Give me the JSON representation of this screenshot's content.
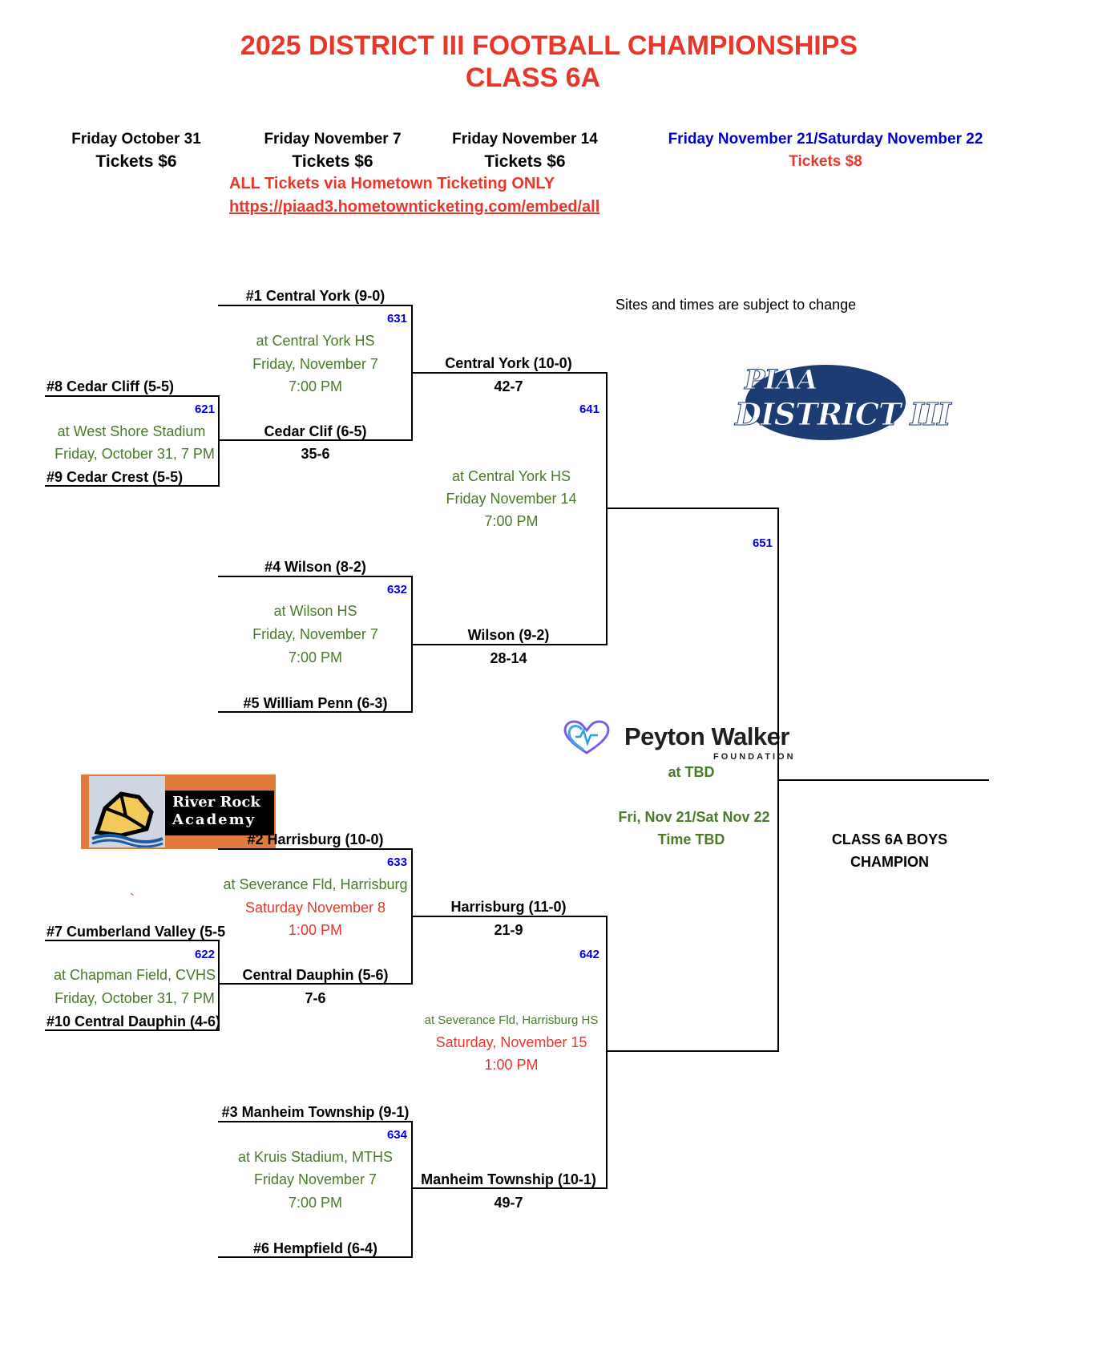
{
  "title": {
    "line1": "2025 DISTRICT III FOOTBALL CHAMPIONSHIPS",
    "line2": "CLASS 6A"
  },
  "rounds": [
    {
      "date": "Friday October 31",
      "tickets": "Tickets $6"
    },
    {
      "date": "Friday November 7",
      "tickets": "Tickets $6"
    },
    {
      "date": "Friday November 14",
      "tickets": "Tickets $6"
    },
    {
      "date": "Friday November 21/Saturday November 22",
      "tickets": "Tickets $8"
    }
  ],
  "ticketing": {
    "note": "ALL Tickets via Hometown Ticketing ONLY",
    "url": "https://piaad3.hometownticketing.com/embed/all"
  },
  "disclaimer": "Sites and times are subject to change",
  "logos": {
    "piaa_line1": "PIAA",
    "piaa_line2": "DISTRICT III",
    "peyton_name": "Peyton Walker",
    "peyton_sub": "FOUNDATION",
    "river_rock_line1": "River Rock",
    "river_rock_line2": "Academy"
  },
  "first_round": [
    {
      "top": "#8 Cedar Cliff (5-5)",
      "game": "621",
      "site": "at West Shore Stadium",
      "date": "Friday, October 31, 7 PM",
      "bottom": "#9 Cedar Crest (5-5)"
    },
    {
      "top": "#7 Cumberland Valley (5-5",
      "game": "622",
      "site": "at Chapman Field, CVHS",
      "date": "Friday, October 31, 7 PM",
      "bottom": "#10 Central Dauphin (4-6)"
    }
  ],
  "quarterfinals": [
    {
      "top": "#1 Central York (9-0)",
      "game": "631",
      "site": "at Central York HS",
      "date": "Friday, November 7",
      "time": "7:00 PM",
      "bottom": "Cedar Clif (6-5)",
      "score": "35-6"
    },
    {
      "top": "#4 Wilson (8-2)",
      "game": "632",
      "site": "at Wilson HS",
      "date": "Friday, November 7",
      "time": "7:00 PM",
      "bottom": "#5 William Penn (6-3)"
    },
    {
      "top": "#2 Harrisburg (10-0)",
      "game": "633",
      "site": "at Severance Fld, Harrisburg",
      "date": "Saturday November 8",
      "time": "1:00 PM",
      "bottom": "Central Dauphin (5-6)",
      "score": "7-6"
    },
    {
      "top": "#3 Manheim Township (9-1)",
      "game": "634",
      "site": "at Kruis Stadium, MTHS",
      "date": "Friday November 7",
      "time": "7:00 PM",
      "bottom": "#6 Hempfield (6-4)"
    }
  ],
  "semifinals": [
    {
      "top": "Central York (10-0)",
      "top_score": "42-7",
      "game": "641",
      "site": "at Central York HS",
      "date": "Friday November 14",
      "time": "7:00 PM",
      "bottom": "Wilson (9-2)",
      "bottom_score": "28-14"
    },
    {
      "top": "Harrisburg (11-0)",
      "top_score": "21-9",
      "game": "642",
      "site": "at Severance Fld, Harrisburg HS",
      "date": "Saturday, November 15",
      "time": "1:00 PM",
      "bottom": "Manheim Township (10-1)",
      "bottom_score": "49-7"
    }
  ],
  "final": {
    "game": "651",
    "site": "at TBD",
    "date": "Fri, Nov 21/Sat Nov 22",
    "time": "Time TBD",
    "champion_line1": "CLASS 6A BOYS",
    "champion_line2": "CHAMPION"
  },
  "stray_mark": "`",
  "colors": {
    "title_red": "#e8372a",
    "game_blue": "#0000ee",
    "venue_green": "#4a7a2a",
    "header_blue": "#0000cc"
  }
}
